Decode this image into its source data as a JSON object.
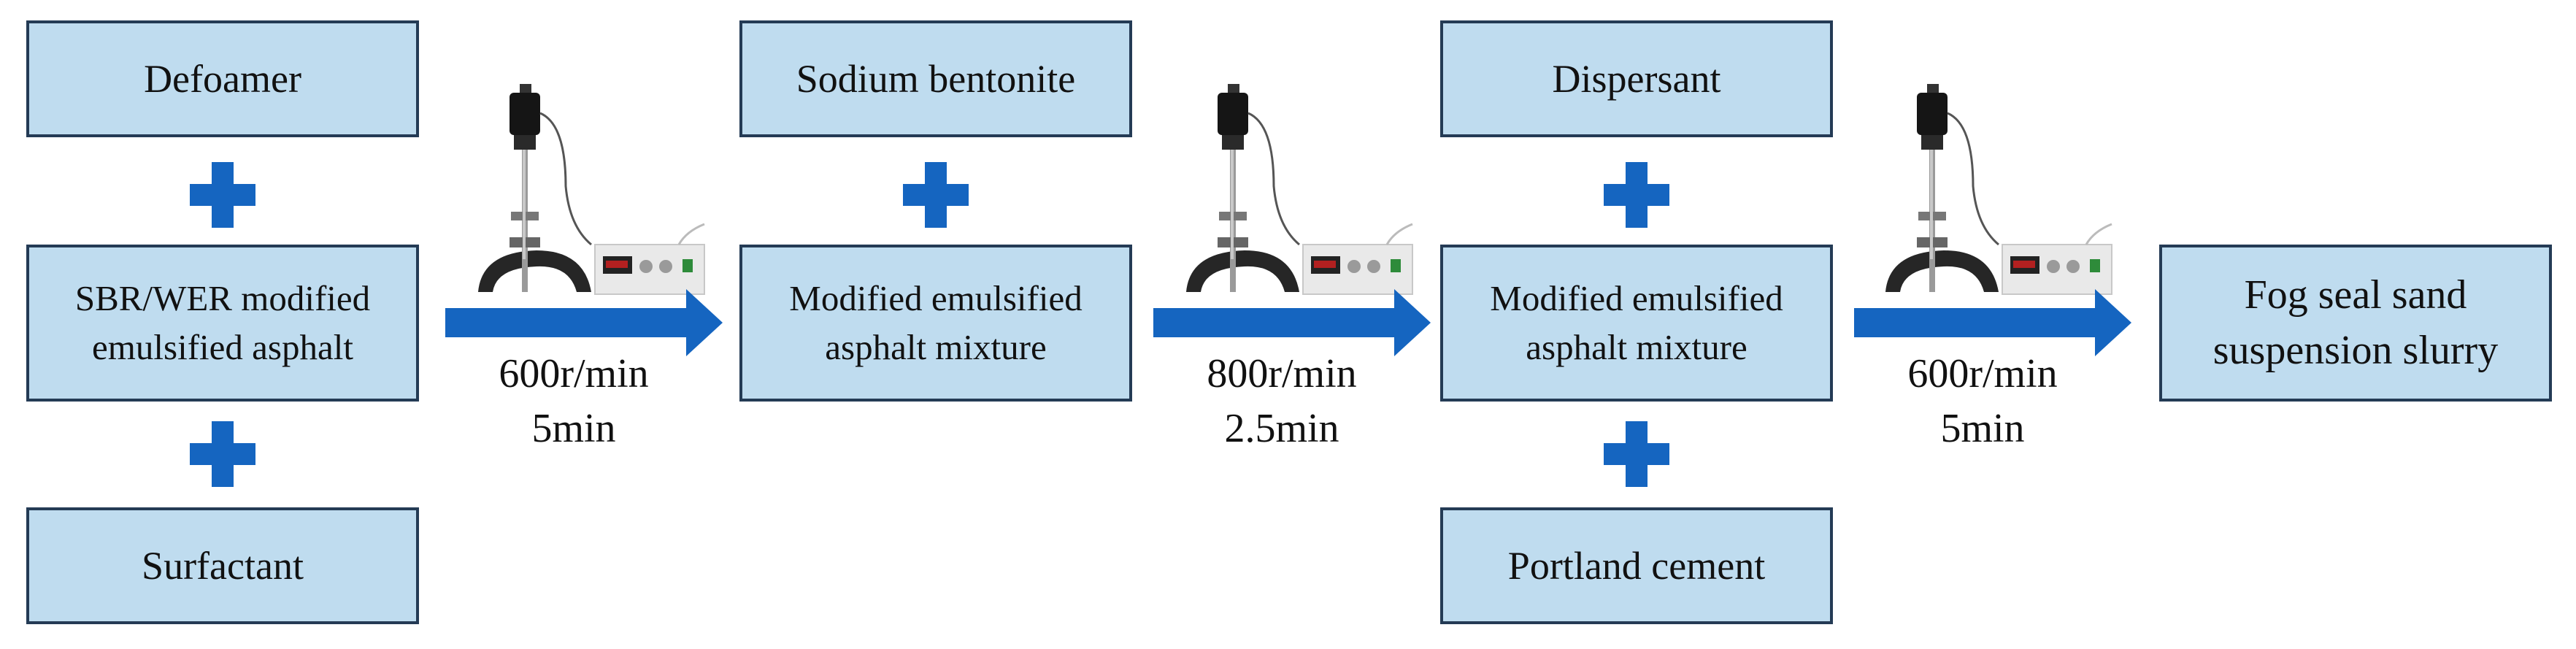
{
  "stage1": {
    "top": "Defoamer",
    "middle_line1": "SBR/WER modified",
    "middle_line2": "emulsified asphalt",
    "bottom": "Surfactant",
    "speed": "600r/min",
    "time": "5min"
  },
  "stage2": {
    "top": "Sodium bentonite",
    "middle_line1": "Modified emulsified",
    "middle_line2": "asphalt mixture",
    "speed": "800r/min",
    "time": "2.5min"
  },
  "stage3": {
    "top": "Dispersant",
    "middle_line1": "Modified emulsified",
    "middle_line2": "asphalt mixture",
    "bottom": "Portland cement",
    "speed": "600r/min",
    "time": "5min"
  },
  "result": {
    "line1": "Fog seal sand",
    "line2": "suspension slurry"
  },
  "colors": {
    "box_fill": "#bfdcef",
    "box_border": "#243b55",
    "arrow": "#1565c0",
    "plus": "#1565c0"
  },
  "icons": [
    "plus-icon",
    "arrow-right-icon",
    "stirrer-mixer-icon"
  ]
}
